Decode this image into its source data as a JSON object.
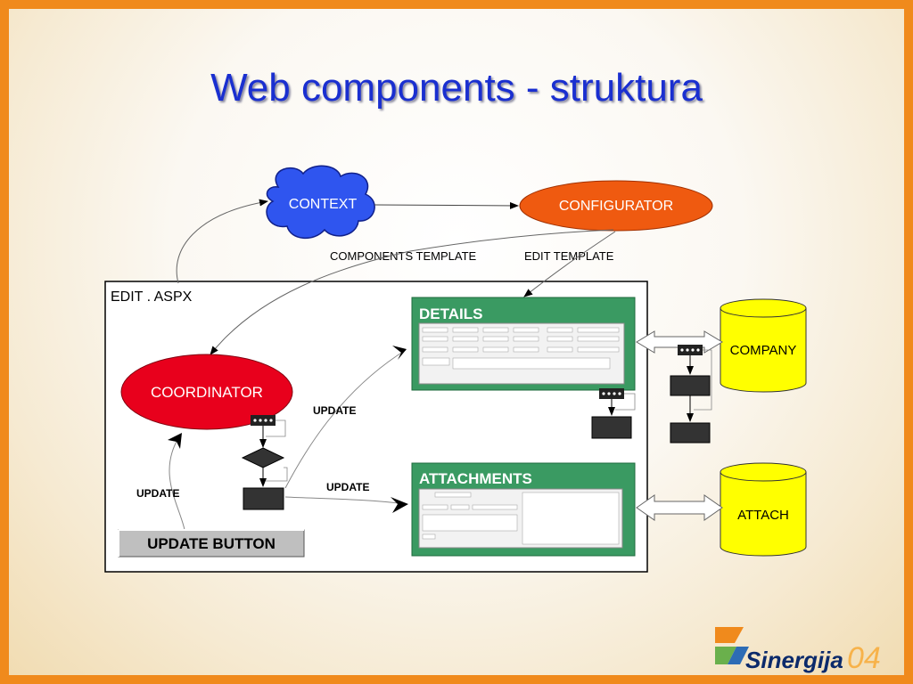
{
  "slide": {
    "title": "Web components - struktura"
  },
  "diagram": {
    "context_label": "CONTEXT",
    "configurator_label": "CONFIGURATOR",
    "components_template_label": "COMPONENTS TEMPLATE",
    "edit_template_label": "EDIT TEMPLATE",
    "edit_aspx_label": "EDIT . ASPX",
    "coordinator_label": "COORDINATOR",
    "details_label": "DETAILS",
    "attachments_label": "ATTACHMENTS",
    "company_label": "COMPANY",
    "attach_label": "ATTACH",
    "update_label_1": "UPDATE",
    "update_label_2": "UPDATE",
    "update_label_3": "UPDATE",
    "update_button_label": "UPDATE BUTTON"
  },
  "logo": {
    "name": "Sinergija",
    "year": "04"
  },
  "colors": {
    "context_fill": "#2f55ef",
    "configurator_fill": "#ef5a10",
    "coordinator_fill": "#e8001c",
    "panel_green": "#3a9a62",
    "database_yellow": "#ffff00",
    "title_blue": "#1a2fd0"
  }
}
